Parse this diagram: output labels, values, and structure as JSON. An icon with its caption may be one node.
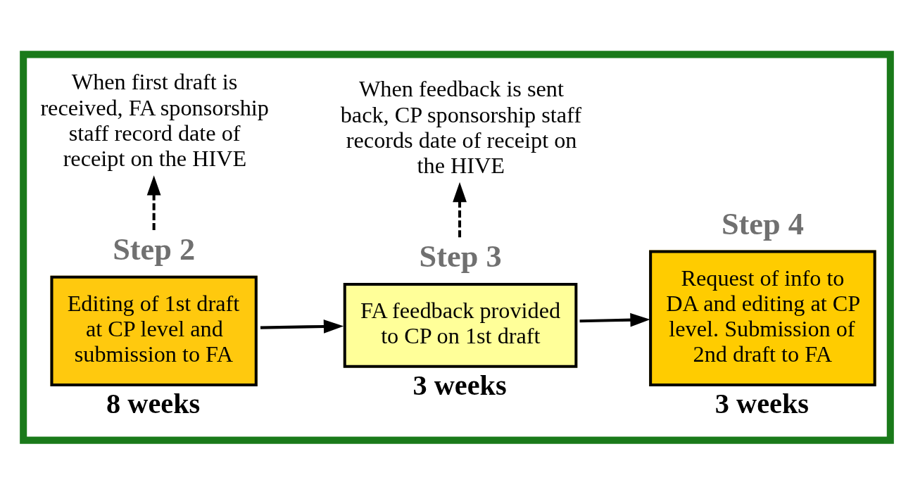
{
  "diagram": {
    "nodes": [
      {
        "text": [],
        "shape": "box"
      },
      {
        "text": [
          "Step 2",
          "Editing of 1st draft at CP level and submission to FA"
        ],
        "beside": [
          "8 weeks"
        ],
        "in": 0
      },
      {
        "text": [
          "Step 3",
          "FA feedback provided to CP on 1st draft"
        ],
        "beside": [
          "3 weeks"
        ],
        "in": 0
      },
      {
        "text": [
          "Step 4",
          "Request of info to DA and editing at CP level. Submission of 2nd draft to FA"
        ],
        "beside": [
          "3 weeks"
        ],
        "in": 0
      },
      {
        "text": [
          "When first draft is received, FA sponsorship staff record date of receipt on the HIVE"
        ],
        "in": 0
      },
      {
        "text": [
          "When feedback is sent back, CP sponsorship staff records date of receipt on the HIVE"
        ],
        "in": 0
      }
    ],
    "edges": [
      {
        "from": 1,
        "to": 2,
        "arrow": "to"
      },
      {
        "from": 2,
        "to": 3,
        "arrow": "to"
      },
      {
        "from": 1,
        "to": 4,
        "arrow": "to",
        "style": "dashed"
      },
      {
        "from": 2,
        "to": 5,
        "arrow": "to",
        "style": "dashed"
      }
    ]
  }
}
